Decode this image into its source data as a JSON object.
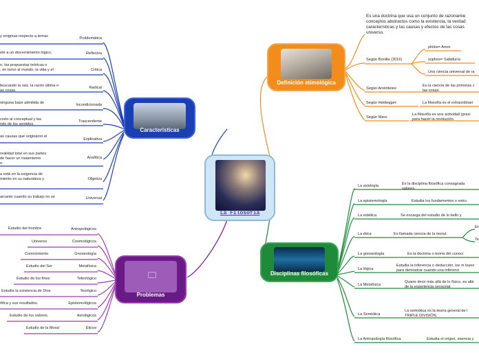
{
  "center": {
    "title": "La Filosofía"
  },
  "caracteristicas": {
    "title": "Características",
    "items": [
      {
        "label": "Problemática",
        "desc": "y enigmas respecto a temas"
      },
      {
        "label": "Reflexiva",
        "desc": "ete a un discernimiento lógico."
      },
      {
        "label": "Crítica",
        "desc": "n, las propuestas teóricas o\n, en torno al mundo, la vida y el"
      },
      {
        "label": "Radical",
        "desc": "buscando la raíz, la razón última o\nas cosas."
      },
      {
        "label": "Incondicionada",
        "desc": "ninguna base admitida de"
      },
      {
        "label": "Trascendente",
        "desc": "creto al conceptual y las\nndo de los sentidos."
      },
      {
        "label": "Explicativa",
        "desc": "as causas que originaron el"
      },
      {
        "label": "Analítica",
        "desc": "realidad total en sus partes\nde hacer un tratamiento\no."
      },
      {
        "label": "Objetiva",
        "desc": "a está en la exigencia de\nmiento en su naturaleza y"
      },
      {
        "label": "Universal",
        "desc": "arcante cuando su trabajo no se"
      }
    ]
  },
  "problemas": {
    "title": "Problemas",
    "items": [
      {
        "label": "Antropológicos",
        "desc": "Estudio del hombre"
      },
      {
        "label": "Cosmológicos",
        "desc": "Universo"
      },
      {
        "label": "Gnoseología",
        "desc": "Conocimiento"
      },
      {
        "label": "Metafísica",
        "desc": "Estudio del Ser"
      },
      {
        "label": "Teleológico",
        "desc": "Estudio de los fines"
      },
      {
        "label": "Teológico",
        "desc": "Estudia la existencia de Dios"
      },
      {
        "label": "Epistemológicos",
        "desc": "tífica y sus resultados."
      },
      {
        "label": "Axiológicos",
        "desc": "Estudio de los valores."
      },
      {
        "label": "Éticos",
        "desc": "Estudio de la Moral"
      }
    ]
  },
  "definicion": {
    "title": "Definición etimológica",
    "intro": "Es una doctrina que usa un conjunto de razonamie conceptos abstractos como la existencia, la verdad características y las causas y efectos de las cosas universo.",
    "bonilla": {
      "label": "Según Bonilla (2016)",
      "phi": "philos= Amor",
      "sophos": "sophos= Sabiduría",
      "ciencia": "Una ciencia universal de ra"
    },
    "aristoteles": {
      "label": "Según Aristóteles:",
      "desc": "Es la ciencia de las primeras c las cosas."
    },
    "heidegger": {
      "label": "Según Heidegger:",
      "desc": "La filosofía es el extraordinari"
    },
    "marx": {
      "label": "Según Marx:",
      "desc": "La filosofía es una actividad (praxi para hacer la revolución."
    }
  },
  "disciplinas": {
    "title": "Disciplinas filosóficas",
    "items": [
      {
        "label": "La axiología",
        "desc": "Es la disciplina filosófica consagrada valores."
      },
      {
        "label": "La epistemología",
        "desc": "Estudia los fundamentos o estru"
      },
      {
        "label": "La estética",
        "desc": "Se encarga del estudio de lo bello y"
      },
      {
        "label": "La ética",
        "desc": "Es llamada ciencia de la moral."
      },
      {
        "label": "La gnoseología",
        "desc": "Es la doctrina o teoría del conoci"
      },
      {
        "label": "La lógica",
        "desc": "Estudia la inferencia o deducción, los m leyes para demostrar cuando una inferenci"
      },
      {
        "label": "La Metafísica",
        "desc": "Quiere decir más allá de lo físico, es allá de la experiencia sensorial."
      },
      {
        "label": "La Semiótica",
        "desc": "La semiótica es la teoría general de l TRIPLE DIVISIÓN."
      },
      {
        "label": "La Antropología filosófica",
        "desc": "Estudia el origen, esencia y"
      }
    ],
    "etica_sub": [
      "Ét",
      "Te"
    ]
  },
  "colors": {
    "caracteristicas": "#1a3fb5",
    "problemas": "#7b1a8c",
    "definicion": "#f28c1a",
    "disciplinas": "#1e8a3a",
    "center": "#cfe6f7"
  }
}
